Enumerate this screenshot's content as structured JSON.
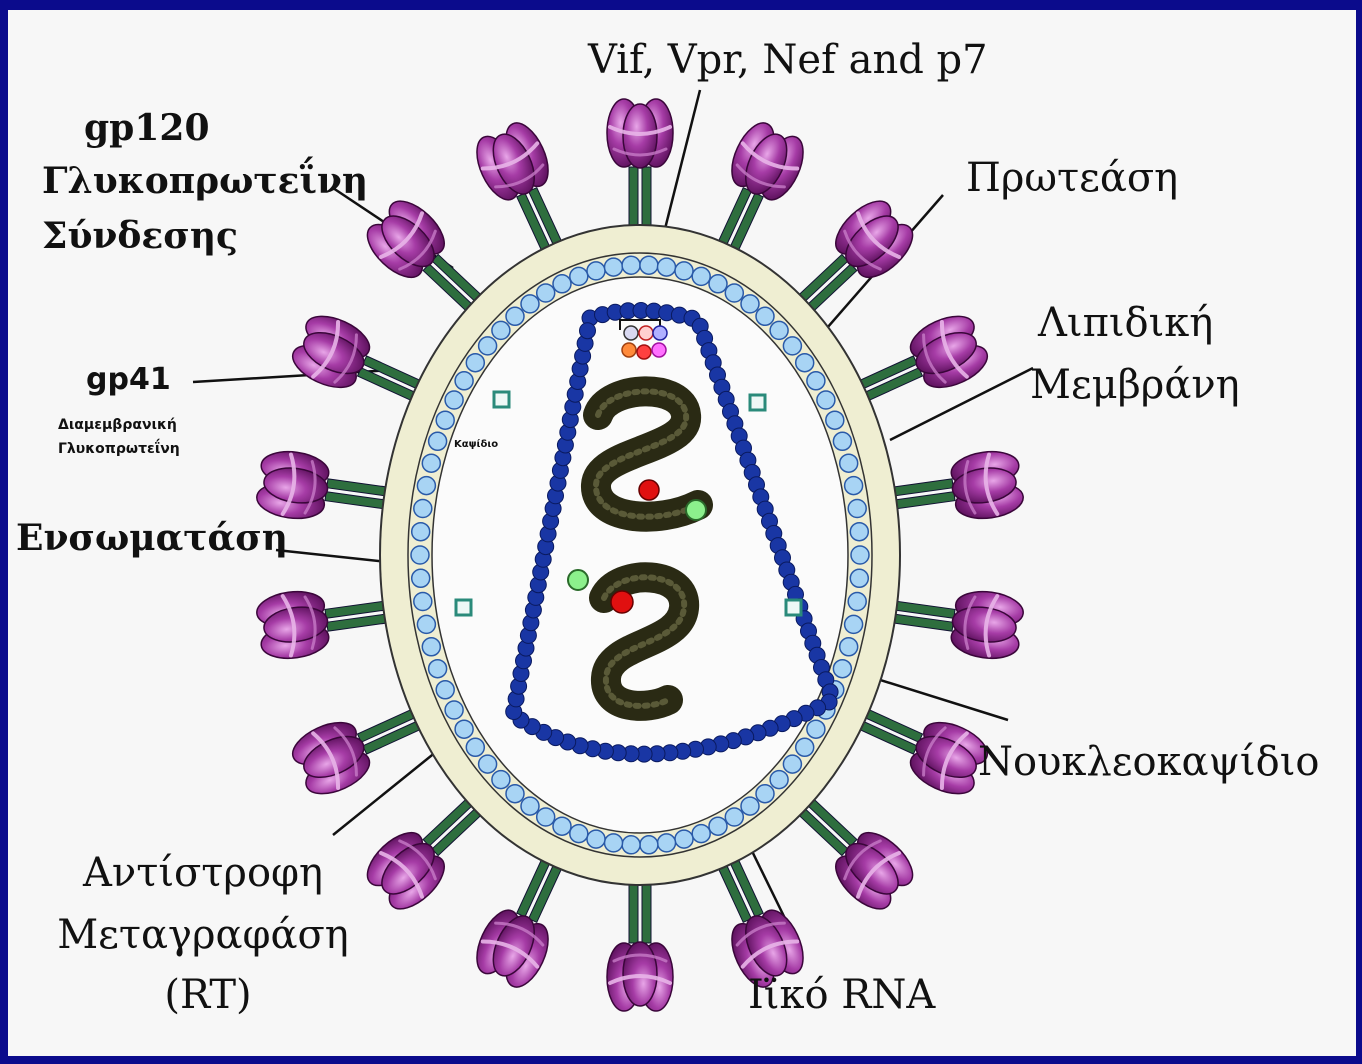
{
  "labels": {
    "vif": "Vif, Vpr, Nef and p7",
    "gp120_title": "gp120",
    "gp120_line1": "Γλυκοπρωτεΐνη",
    "gp120_line2": "Σύνδεσης",
    "protease": "Πρωτεάση",
    "lipid_line1": "Λιπιδική",
    "lipid_line2": "Μεμβράνη",
    "gp41_title": "gp41",
    "gp41_line1": "Διαμεμβρανική",
    "gp41_line2": "Γλυκοπρωτεΐνη",
    "capsid_small": "Καψίδιο",
    "integrase": "Ενσωματάση",
    "nucleocapsid": "Νουκλεοκαψίδιο",
    "rt_line1": "Αντίστροφη",
    "rt_line2": "Μεταγραφάση",
    "rt_line3": "(RT)",
    "rna": "Ιϊκό RNA"
  },
  "colors": {
    "frame": "#0b0b8c",
    "background": "#f7f7f7",
    "knob": "#8e1c8e",
    "stalk": "#2e6e3e",
    "lipid": "#efeed2",
    "matrix_bead": "#a8d4f4",
    "capsid": "#1936a4",
    "rna": "#2a2a14",
    "rt_dot": "#e01010",
    "integrase_dot": "#8cf08c",
    "protease_box": "#2a8a7a"
  }
}
